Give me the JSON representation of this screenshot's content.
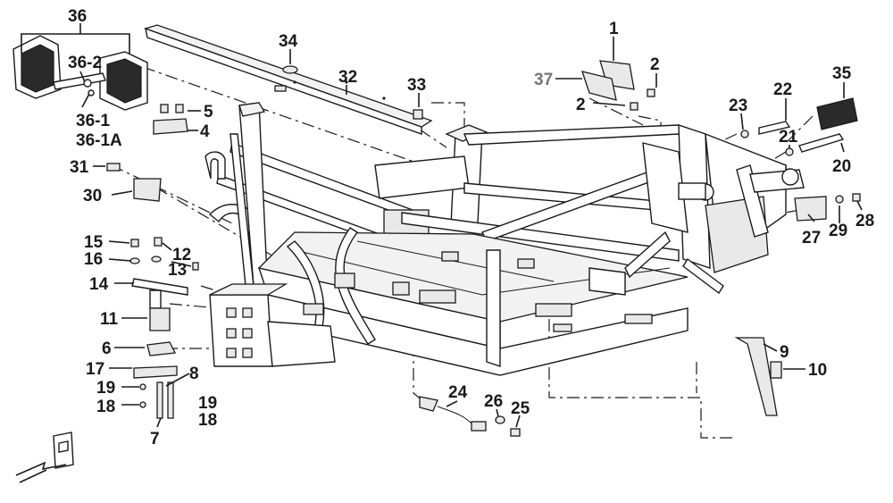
{
  "diagram": {
    "callouts": {
      "c36": "36",
      "c36_2": "36-2",
      "c36_1": "36-1",
      "c36_1A": "36-1A",
      "c34": "34",
      "c32": "32",
      "c33": "33",
      "c1": "1",
      "c2a": "2",
      "c37": "37",
      "c2b": "2",
      "c35": "35",
      "c22": "22",
      "c23": "23",
      "c21": "21",
      "c20": "20",
      "c5": "5",
      "c4": "4",
      "c31": "31",
      "c30": "30",
      "c15": "15",
      "c12": "12",
      "c16": "16",
      "c13": "13",
      "c14": "14",
      "c11": "11",
      "c27": "27",
      "c29": "29",
      "c28": "28",
      "c6": "6",
      "c17": "17",
      "c8": "8",
      "c19a": "19",
      "c19b": "19",
      "c18a": "18",
      "c18b": "18",
      "c7": "7",
      "c24": "24",
      "c26": "26",
      "c25": "25",
      "c9": "9",
      "c10": "10"
    },
    "colors": {
      "line": "#1a1a1a",
      "callout_37": "#777777",
      "background": "#ffffff"
    },
    "icons": {
      "orientation_marker": "front-arrow-icon"
    }
  }
}
